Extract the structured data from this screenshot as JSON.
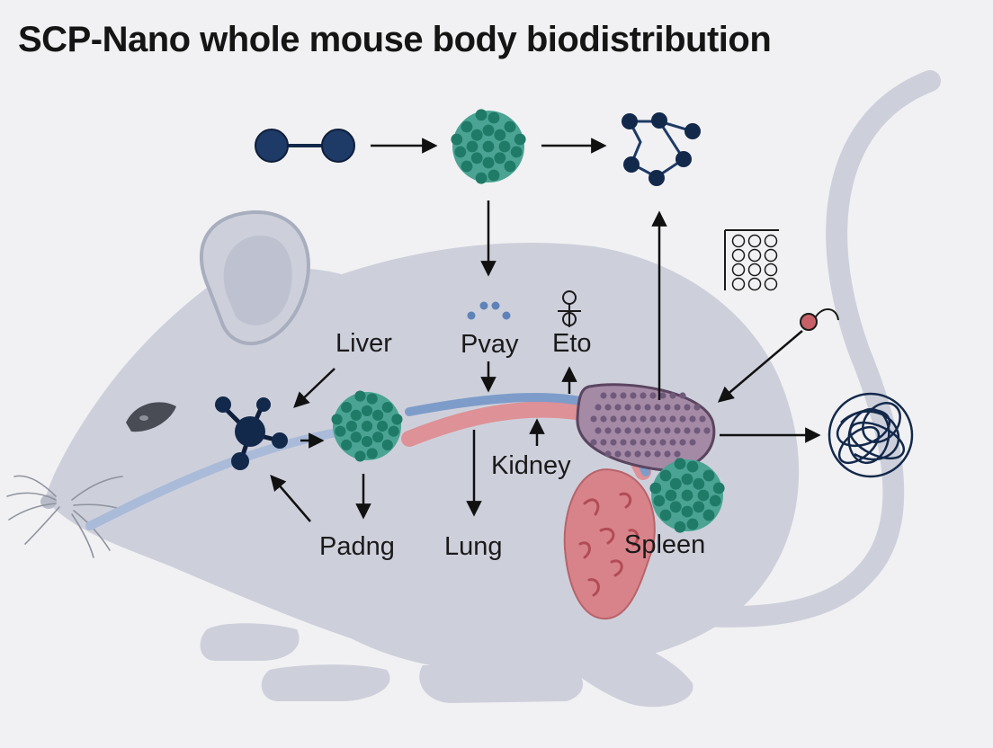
{
  "title": "SCP-Nano whole mouse body biodistribution",
  "labels": {
    "liver": "Liver",
    "pvay": "Pvay",
    "eto": "Eto",
    "kidney": "Kidney",
    "padng": "Padng",
    "lung": "Lung",
    "spleen": "Spleen"
  },
  "colors": {
    "background": "#f1f1f3",
    "mouse_body": "#cdd0db",
    "navy": "#1e3a66",
    "dark_navy": "#0f1e3a",
    "teal": "#4aa393",
    "teal_dark": "#1f7a67",
    "vessel_blue": "#7e9cc9",
    "vessel_red": "#de9196",
    "kidney_red": "#d8838a",
    "purple_organ": "#a58aa6",
    "pin_red": "#c86068"
  },
  "icons": [
    "dumbbell-molecule-icon",
    "nanoparticle-cluster-icon",
    "polymer-network-icon",
    "dot-grid-icon",
    "mouse-icon",
    "branched-molecule-icon",
    "probe-pin-icon",
    "tangled-fiber-icon"
  ]
}
